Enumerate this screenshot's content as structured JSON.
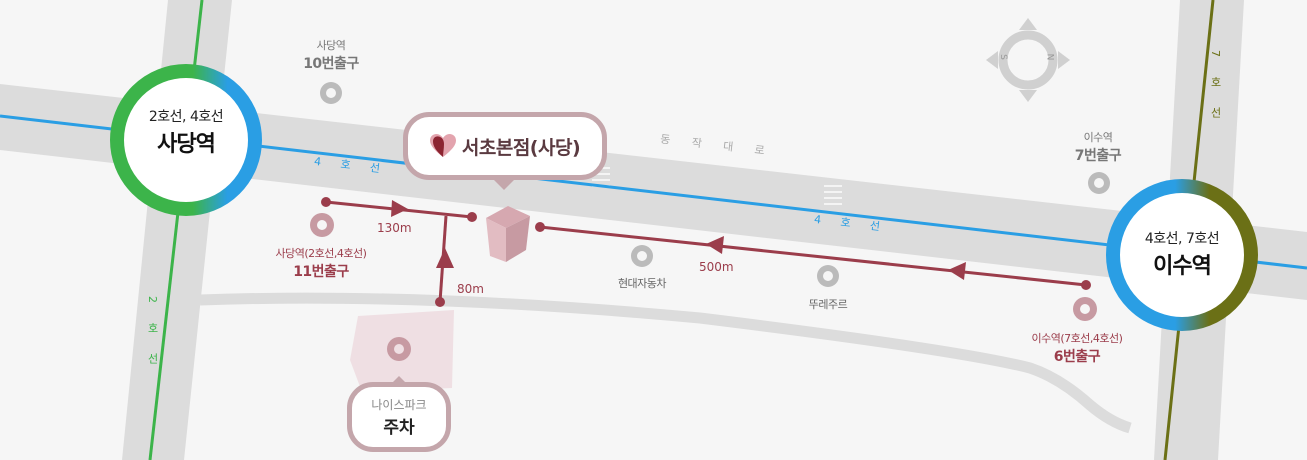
{
  "stations": {
    "sadang": {
      "lines": "2호선, 4호선",
      "name": "사당역"
    },
    "isu": {
      "lines": "4호선, 7호선",
      "name": "이수역"
    }
  },
  "store": {
    "name": "서초본점(사당)"
  },
  "parking": {
    "title": "나이스파크",
    "label": "주차"
  },
  "exits": {
    "sadang10": {
      "station": "사당역",
      "exit": "10번출구"
    },
    "sadang11": {
      "station": "사당역(2호선,4호선)",
      "exit": "11번출구"
    },
    "isu7": {
      "station": "이수역",
      "exit": "7번출구"
    },
    "isu6": {
      "station": "이수역(7호선,4호선)",
      "exit": "6번출구"
    }
  },
  "landmarks": {
    "hyundai": "현대자동차",
    "touslesjours": "뚜레주르"
  },
  "roads": {
    "main": "동 작 대 로"
  },
  "line_labels": {
    "line4_a": "4 호 선",
    "line4_b": "4 호 선",
    "line2": "2 호 선",
    "line7": "7 호 선"
  },
  "distances": {
    "d130": "130m",
    "d80": "80m",
    "d500": "500m"
  },
  "compass": {
    "south": "S",
    "north": "N"
  },
  "colors": {
    "line2": "#3cb44a",
    "line4": "#2a9ee4",
    "line7": "#6b7016",
    "route": "#9b3d4b",
    "bubble_border": "#c4a6ab",
    "road": "#dcdcdc"
  }
}
